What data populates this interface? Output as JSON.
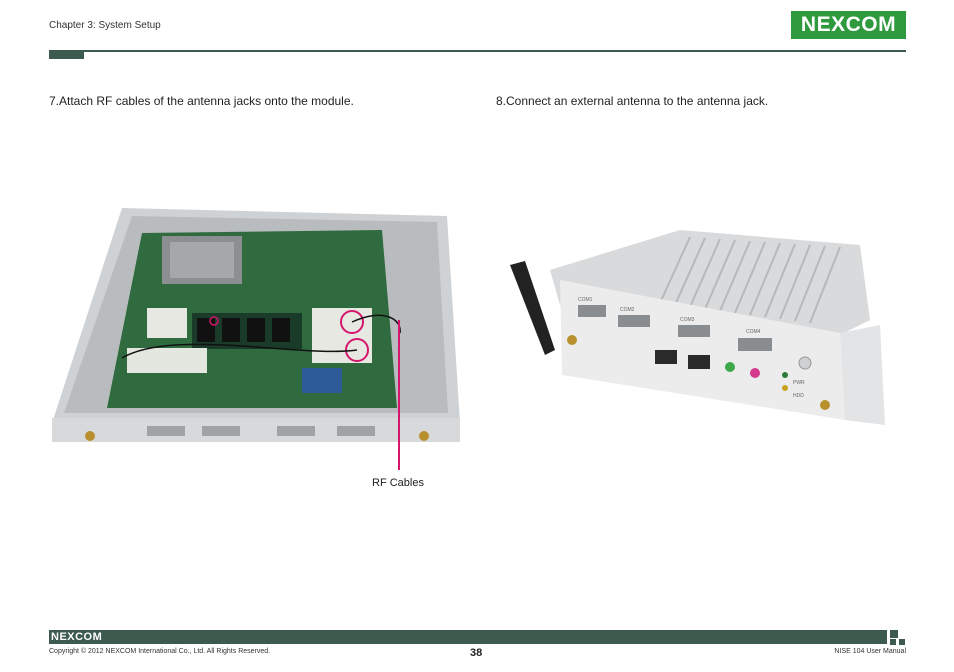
{
  "header": {
    "chapter": "Chapter 3: System Setup",
    "logo_text": "NEXCOM"
  },
  "steps": {
    "step7": "7.Attach RF cables of the antenna jacks onto the module.",
    "step8": "8.Connect an external antenna to the antenna jack."
  },
  "callout": {
    "label": "RF Cables"
  },
  "figure2": {
    "port_labels": [
      "COM1",
      "COM2",
      "COM3",
      "COM4"
    ],
    "led_labels": [
      "PWR",
      "HDD"
    ]
  },
  "footer": {
    "logo_text": "NEXCOM",
    "copyright": "Copyright © 2012 NEXCOM International Co., Ltd. All Rights Reserved.",
    "page_number": "38",
    "manual_name": "NISE 104 User Manual"
  },
  "colors": {
    "brand_green": "#2f9a3d",
    "brand_blue": "#1e5aa8",
    "rule": "#3d5a4f",
    "callout": "#d4166c"
  }
}
